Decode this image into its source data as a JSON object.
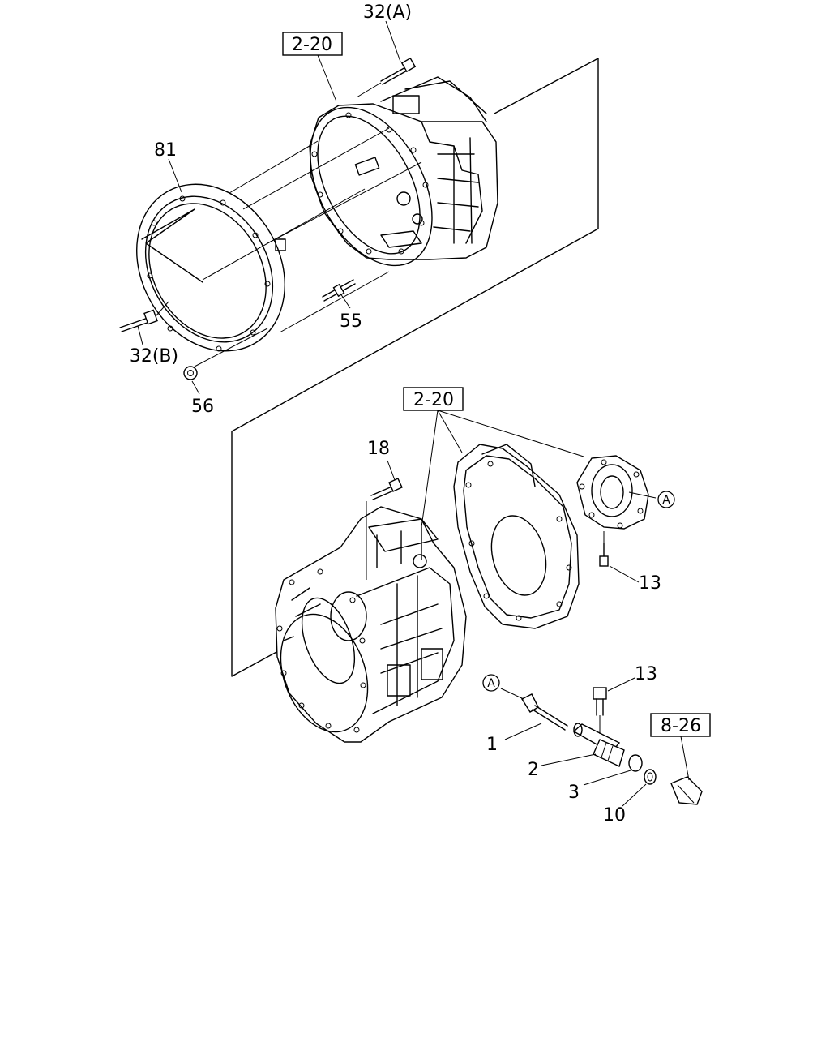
{
  "part_labels": {
    "p32a": "32(A)",
    "p32b": "32(B)",
    "p81": "81",
    "p55": "55",
    "p56": "56",
    "p18": "18",
    "p13a": "13",
    "p13b": "13",
    "p1": "1",
    "p2": "2",
    "p3": "3",
    "p10": "10"
  },
  "ref_boxes": {
    "ref_top": "2-20",
    "ref_mid": "2-20",
    "ref_826": "8-26"
  },
  "callouts": {
    "a1": "A",
    "a2": "A"
  },
  "colors": {
    "line": "#000000",
    "background": "#ffffff"
  }
}
